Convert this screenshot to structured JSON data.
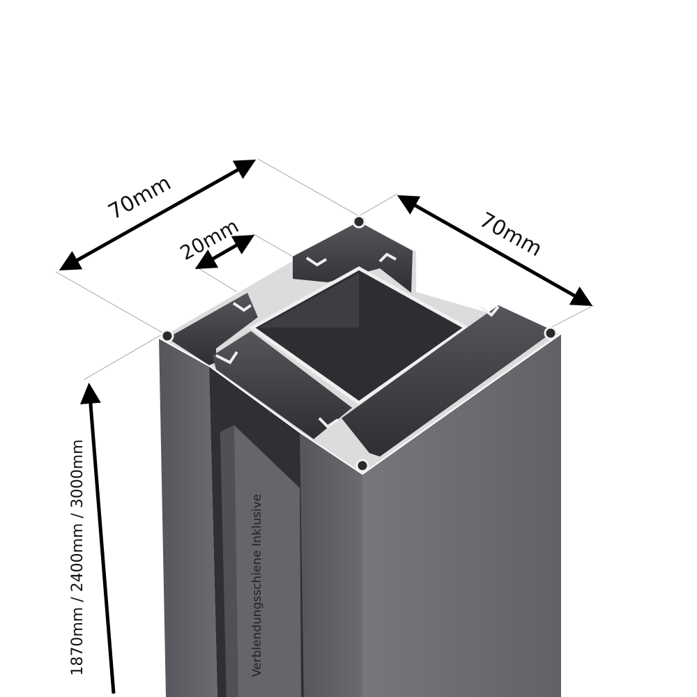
{
  "dimensions": {
    "width_left": "70mm",
    "width_right": "70mm",
    "slot_width": "20mm",
    "heights": "1870mm / 2400mm / 3000mm"
  },
  "rail_note": "Verblendungsschiene Inklusive",
  "colors": {
    "profile_front": "#606166",
    "profile_right": "#6e6f74",
    "profile_dark": "#3a3b3f",
    "profile_inner": "#4a4b50",
    "edge_highlight": "#eeeeee",
    "dimension_arrow": "#000000",
    "extension_line": "#b0b0b0"
  },
  "icons": [
    "post-profile-illustration",
    "dimension-arrow"
  ]
}
